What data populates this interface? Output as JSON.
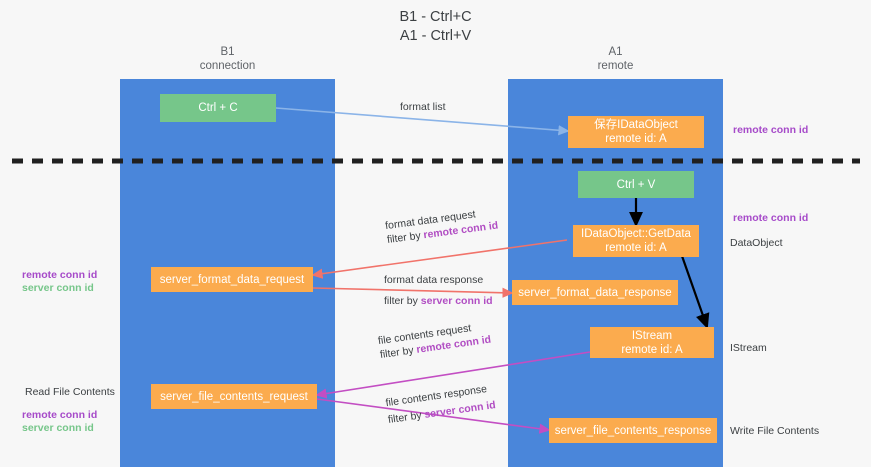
{
  "title": "B1 - Ctrl+C\nA1 - Ctrl+V",
  "lanes": [
    {
      "id": "b1",
      "heading": "B1\nconnection",
      "color": "#4a86da"
    },
    {
      "id": "a1",
      "heading": "A1\nremote",
      "color": "#4a86da"
    }
  ],
  "nodes": [
    {
      "id": "ctrl-c",
      "label": "Ctrl + C",
      "color": "#76c68a",
      "lane": "b1"
    },
    {
      "id": "save-idataobject",
      "label": "保存IDataObject\nremote id: A",
      "color": "#fbab4e",
      "lane": "a1"
    },
    {
      "id": "ctrl-v",
      "label": "Ctrl + V",
      "color": "#76c68a",
      "lane": "a1"
    },
    {
      "id": "idataobject-getdata",
      "label": "IDataObject::GetData\nremote id: A",
      "color": "#fbab4e",
      "lane": "a1"
    },
    {
      "id": "server-format-data-request",
      "label": "server_format_data_request",
      "color": "#fbab4e",
      "lane": "b1"
    },
    {
      "id": "server-format-data-response",
      "label": "server_format_data_response",
      "color": "#fbab4e",
      "lane": "a1"
    },
    {
      "id": "istream",
      "label": "IStream\nremote id: A",
      "color": "#fbab4e",
      "lane": "a1"
    },
    {
      "id": "server-file-contents-request",
      "label": "server_file_contents_request",
      "color": "#fbab4e",
      "lane": "b1"
    },
    {
      "id": "server-file-contents-response",
      "label": "server_file_contents_response",
      "color": "#fbab4e",
      "lane": "a1"
    }
  ],
  "edge_labels": {
    "format_list": "format list",
    "format_data_request": "format data request",
    "format_data_request_filter_prefix": "filter by ",
    "format_data_request_filter_key": "remote conn id",
    "format_data_response": "format data response",
    "format_data_response_filter_prefix": "filter by ",
    "format_data_response_filter_key": "server conn id",
    "file_contents_request": "file contents request",
    "file_contents_request_filter_prefix": "filter by ",
    "file_contents_request_filter_key": "remote conn id",
    "file_contents_response": "file contents response",
    "file_contents_response_filter_prefix": "filter by ",
    "file_contents_response_filter_key": "server conn id"
  },
  "side_labels": {
    "right_remote_conn_id_top": "remote conn id",
    "right_remote_conn_id_mid": "remote conn id",
    "right_dataobject": "DataObject",
    "right_istream": "IStream",
    "right_write_file_contents": "Write File Contents",
    "left_remote_conn_id_mid": "remote conn id",
    "left_server_conn_id_mid": "server conn id",
    "left_read_file_contents": "Read File Contents",
    "left_remote_conn_id_bottom": "remote conn id",
    "left_server_conn_id_bottom": "server conn id"
  },
  "colors": {
    "lane": "#4a86da",
    "node_green": "#76c68a",
    "node_orange": "#fbab4e",
    "arrow_blue": "#8bb4e8",
    "arrow_red": "#f1736a",
    "arrow_magenta": "#c34ec3",
    "arrow_black": "#000000",
    "divider": "#202020",
    "accent_purple": "#a64ac9",
    "accent_green": "#57b87b"
  }
}
